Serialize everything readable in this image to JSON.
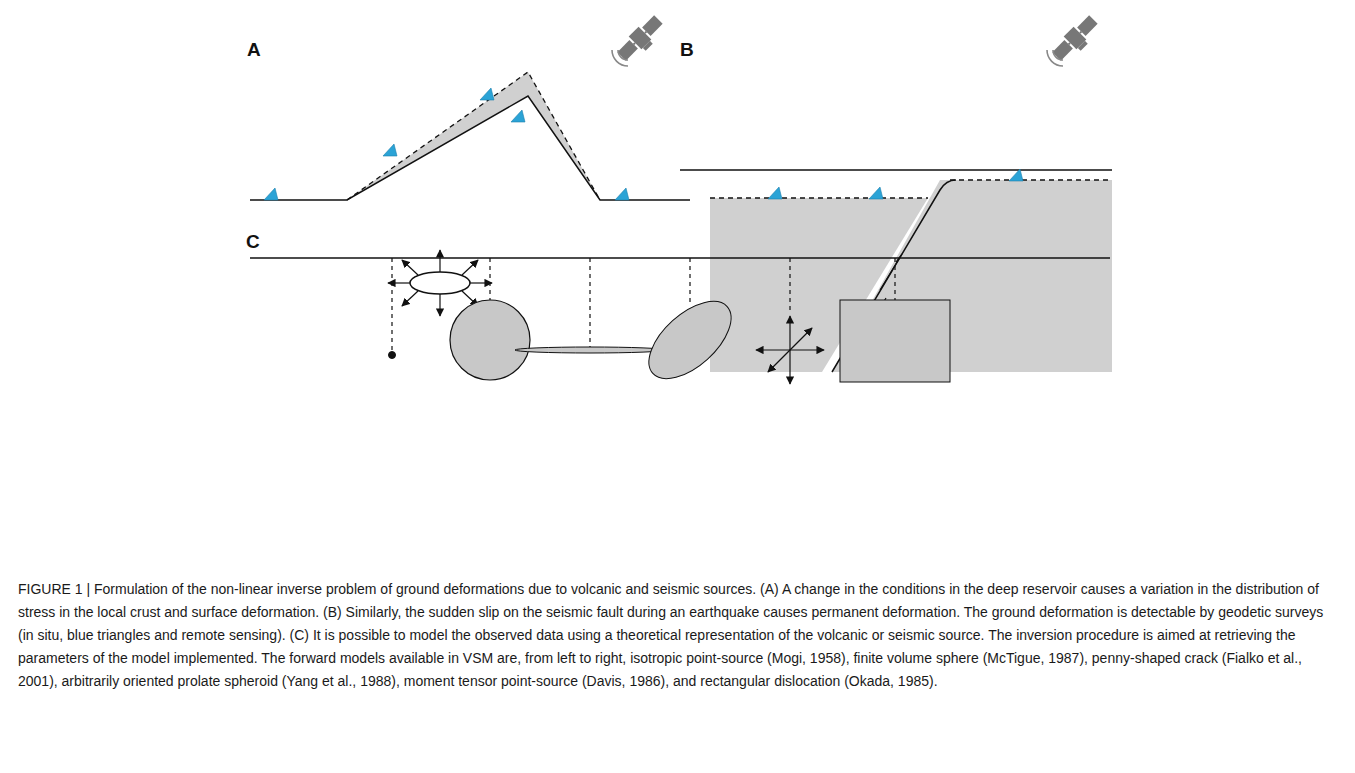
{
  "diagram": {
    "caption": "FIGURE 1 | Formulation of the non-linear inverse problem of ground deformations due to volcanic and seismic sources. (A) A change in the conditions in the deep reservoir causes a variation in the distribution of stress in the local crust and surface deformation. (B) Similarly, the sudden slip on the seismic fault during an earthquake causes permanent deformation. The ground deformation is detectable by geodetic surveys (in situ, blue triangles and remote sensing). (C) It is possible to model the observed data using a theoretical representation of the volcanic or seismic source. The inversion procedure is aimed at retrieving the parameters of the model implemented. The forward models available in VSM are, from left to right, isotropic point-source (Mogi, 1958), finite volume sphere (McTigue, 1987), penny-shaped crack (Fialko et al., 2001), arbitrarily oriented prolate spheroid (Yang et al., 1988), moment tensor point-source (Davis, 1986), and rectangular dislocation (Okada, 1985).",
    "labels": [
      "A",
      "B",
      "C"
    ]
  }
}
